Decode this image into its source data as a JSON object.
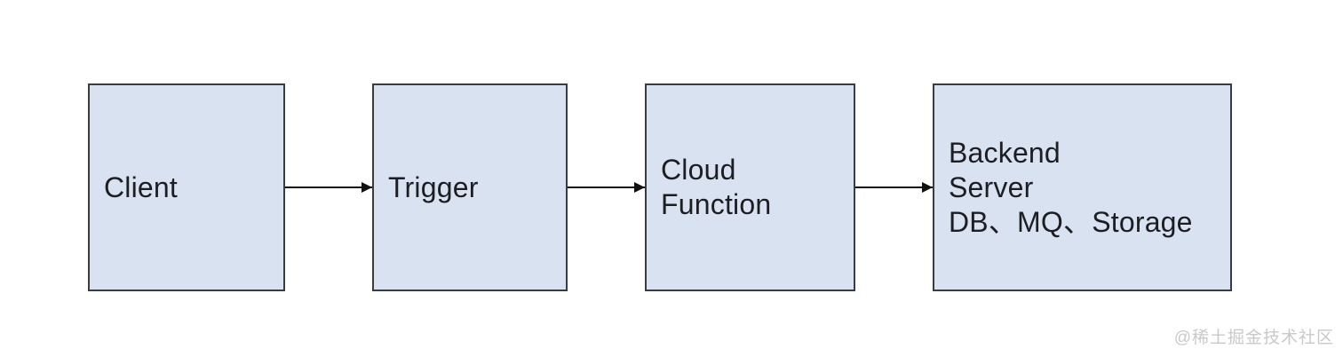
{
  "diagram": {
    "nodes": [
      {
        "label": "Client"
      },
      {
        "label": "Trigger"
      },
      {
        "label": "Cloud\nFunction"
      },
      {
        "label": "Backend\nServer\nDB、MQ、Storage"
      }
    ],
    "arrows": [
      {
        "from": "Client",
        "to": "Trigger"
      },
      {
        "from": "Trigger",
        "to": "Cloud Function"
      },
      {
        "from": "Cloud Function",
        "to": "Backend Server DB、MQ、Storage"
      }
    ]
  },
  "watermark": {
    "text": "@稀土掘金技术社区"
  },
  "colors": {
    "background": "#ffffff",
    "node_fill": "#d9e2f0",
    "node_border": "#3a3c40",
    "node_text": "#1c1e22",
    "arrow": "#111111",
    "watermark": "#c9c9c9"
  }
}
